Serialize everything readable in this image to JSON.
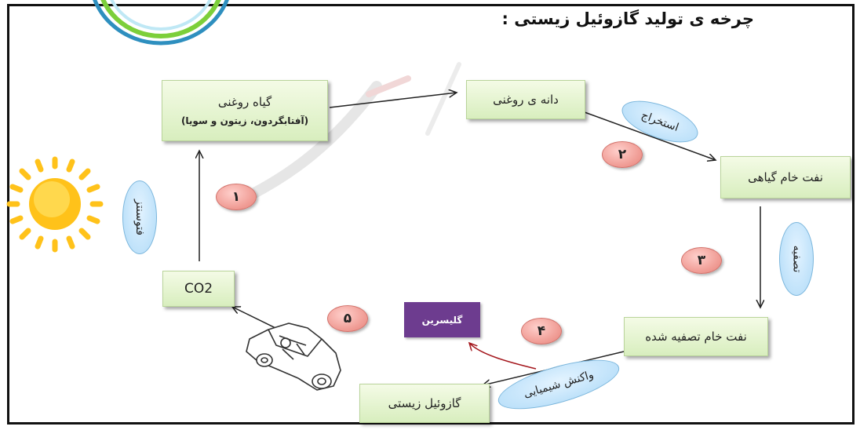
{
  "title": "چرخه ی تولید گازوئیل زیستی :",
  "boxes": {
    "plant": "گیاه روغنی",
    "plant_sub": "(آفتابگردون، زیتون و سویا)",
    "seed": "دانه ی روغنی",
    "crude_oil": "نفت خام گیاهی",
    "refined_oil": "نفت خام تصفیه شده",
    "biodiesel": "گازوئیل زیستی",
    "co2": "CO2"
  },
  "byproduct": "گلیسرین",
  "steps": [
    "۱",
    "۲",
    "۳",
    "۴",
    "۵"
  ],
  "process_labels": {
    "photosynthesis": "فتوسنتز",
    "extraction": "استخراج",
    "refining": "تصفیه",
    "reaction": "واکنش شیمیایی"
  },
  "icons": [
    "sun-icon",
    "car-icon",
    "logo-swoosh"
  ]
}
